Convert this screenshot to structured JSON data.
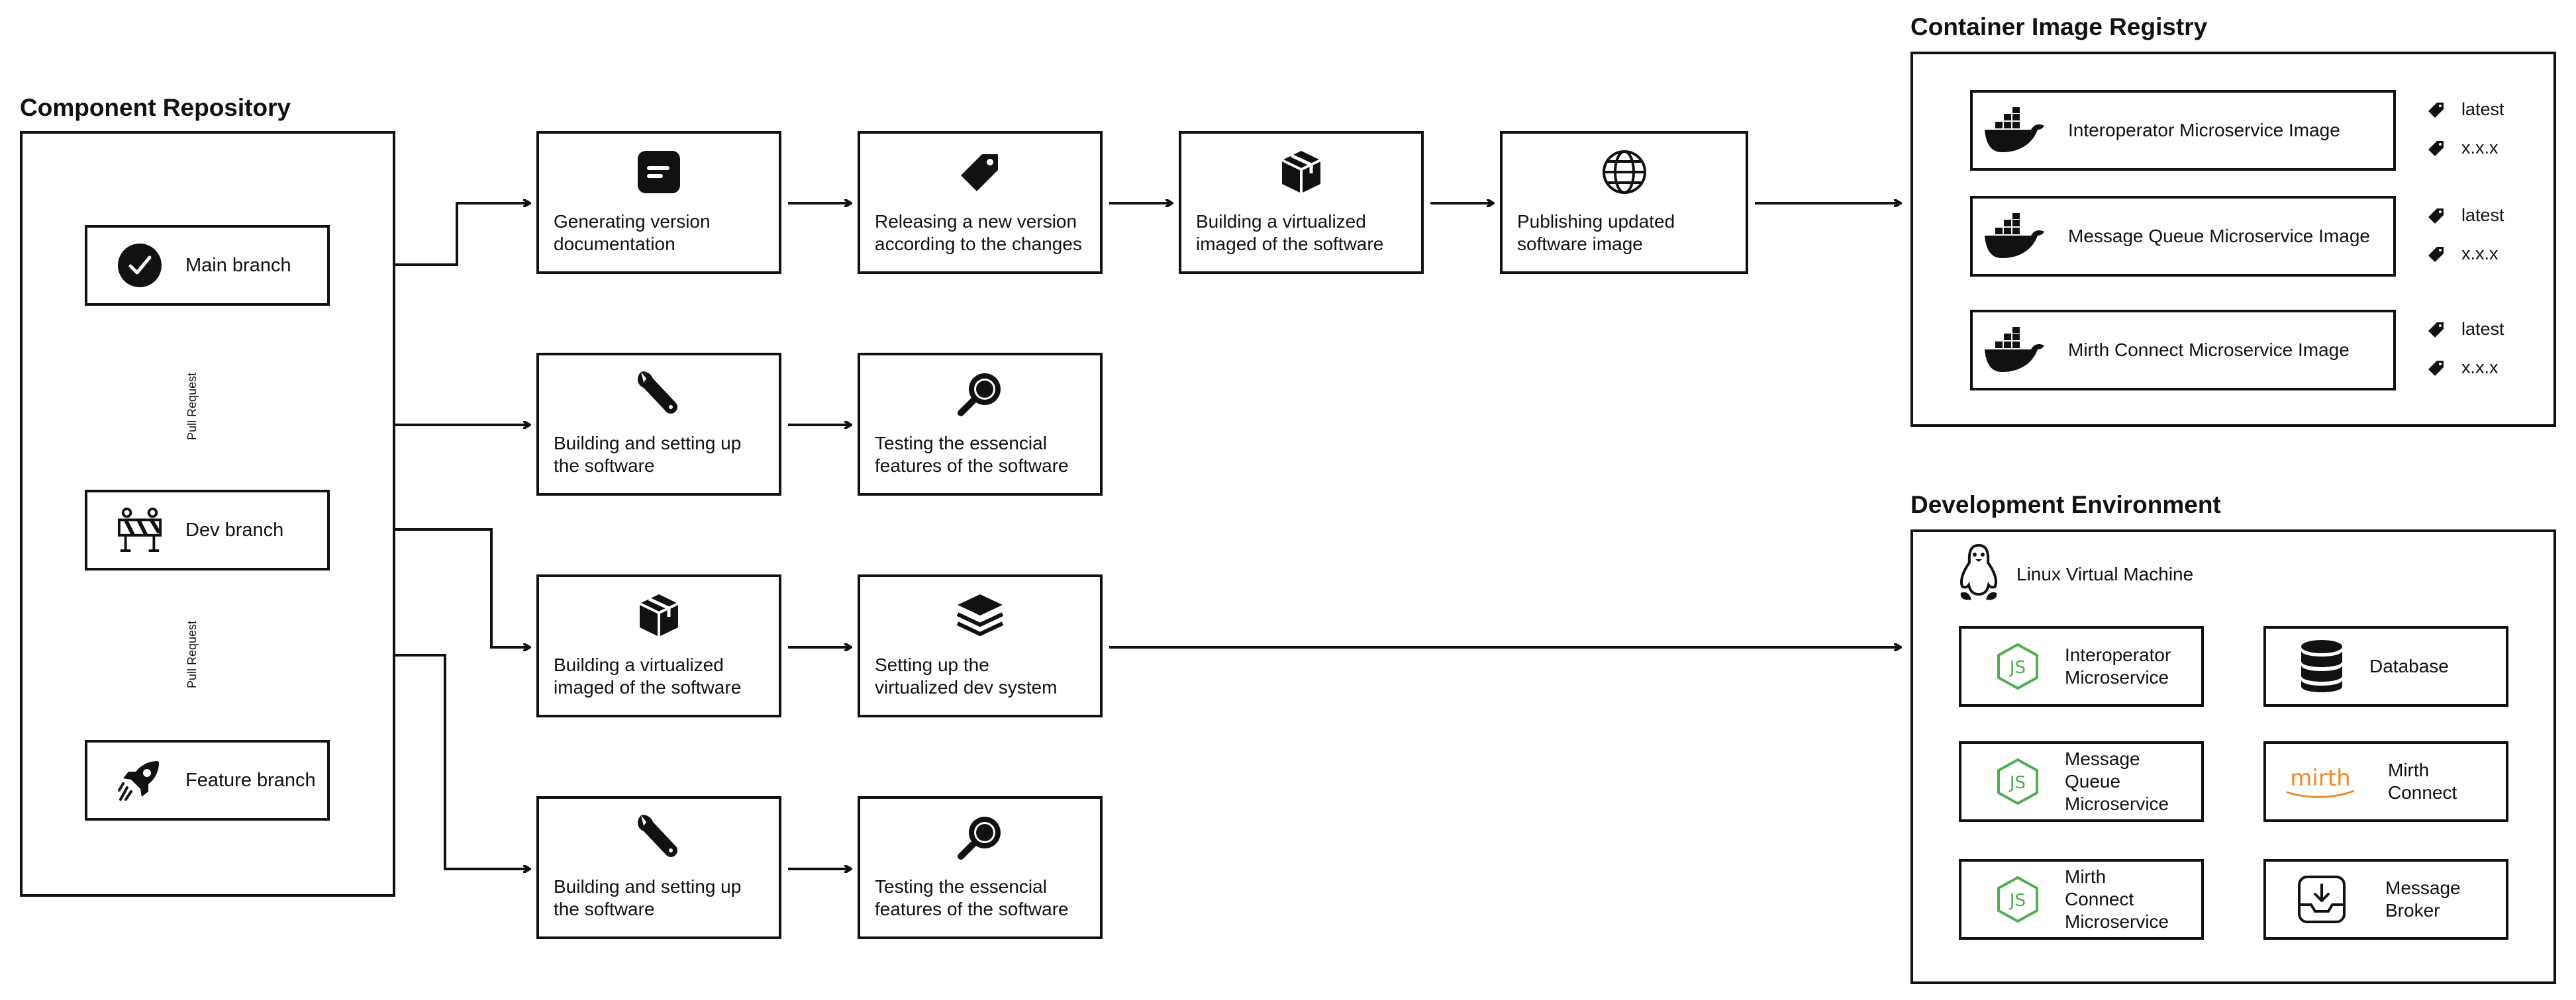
{
  "component_repository": {
    "title": "Component Repository",
    "main_branch": "Main branch",
    "dev_branch": "Dev branch",
    "feature_branch": "Feature branch",
    "pull_request_label": "Pull Request"
  },
  "pipelines": {
    "main": [
      {
        "label": "Generating version\ndocumentation",
        "icon": "document-icon"
      },
      {
        "label": "Releasing a new version\naccording to the changes",
        "icon": "tag-icon"
      },
      {
        "label": "Building a virtualized\nimaged of the software",
        "icon": "package-icon"
      },
      {
        "label": "Publishing updated\nsoftware image",
        "icon": "globe-icon"
      }
    ],
    "pull_request_dev": [
      {
        "label": "Building and setting up\nthe software",
        "icon": "wrench-icon"
      },
      {
        "label": "Testing the essencial\nfeatures of the software",
        "icon": "magnifier-icon"
      }
    ],
    "dev": [
      {
        "label": "Building a virtualized\nimaged of the software",
        "icon": "package-icon"
      },
      {
        "label": "Setting up the\nvirtualized dev system",
        "icon": "layers-icon"
      }
    ],
    "feature": [
      {
        "label": "Building and setting up\nthe software",
        "icon": "wrench-icon"
      },
      {
        "label": "Testing the essencial\nfeatures of the software",
        "icon": "magnifier-icon"
      }
    ]
  },
  "registry": {
    "title": "Container Image Registry",
    "images": [
      {
        "label": "Interoperator Microservice Image",
        "icon": "docker-icon",
        "tags": [
          "latest",
          "x.x.x"
        ]
      },
      {
        "label": "Message Queue Microservice Image",
        "icon": "docker-icon",
        "tags": [
          "latest",
          "x.x.x"
        ]
      },
      {
        "label": "Mirth Connect Microservice Image",
        "icon": "docker-icon",
        "tags": [
          "latest",
          "x.x.x"
        ]
      }
    ]
  },
  "dev_environment": {
    "title": "Development Environment",
    "vm_label": "Linux Virtual Machine",
    "services": [
      {
        "label": "Interoperator\nMicroservice",
        "icon": "nodejs-icon"
      },
      {
        "label": "Database",
        "icon": "database-icon"
      },
      {
        "label": "Message\nQueue\nMicroservice",
        "icon": "nodejs-icon"
      },
      {
        "label": "Mirth\nConnect",
        "icon": "mirth-logo",
        "logo_text": "mirth"
      },
      {
        "label": "Mirth\nConnect\nMicroservice",
        "icon": "nodejs-icon"
      },
      {
        "label": "Message\nBroker",
        "icon": "inbox-download-icon"
      }
    ]
  },
  "colors": {
    "ink": "#111111",
    "nodejs_green": "#4caf50",
    "mirth_orange": "#f08a24"
  }
}
